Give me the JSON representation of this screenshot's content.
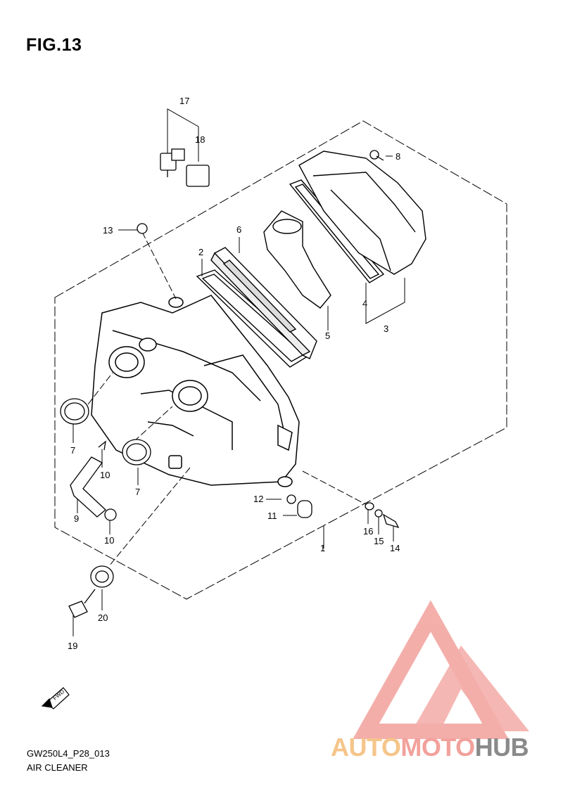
{
  "figure": {
    "title": "FIG.13"
  },
  "callouts": {
    "p1": "1",
    "p2": "2",
    "p3": "3",
    "p4": "4",
    "p5": "5",
    "p6": "6",
    "p7a": "7",
    "p7b": "7",
    "p8": "8",
    "p9": "9",
    "p10a": "10",
    "p10b": "10",
    "p11": "11",
    "p12": "12",
    "p13": "13",
    "p14": "14",
    "p15": "15",
    "p16": "16",
    "p17": "17",
    "p18": "18",
    "p19": "19",
    "p20": "20"
  },
  "footer": {
    "code": "GW250L4_P28_013",
    "caption": "AIR CLEANER"
  },
  "watermark": {
    "part1": "AUTO",
    "part2": "MOTO",
    "part3": "HUB"
  },
  "colors": {
    "watermark_light": "#f5c58a",
    "watermark_red": "#f2a19c",
    "watermark_grey": "#8a8a8a",
    "line": "#000000"
  },
  "icons": {
    "fwd": "fwd-arrow-icon"
  }
}
